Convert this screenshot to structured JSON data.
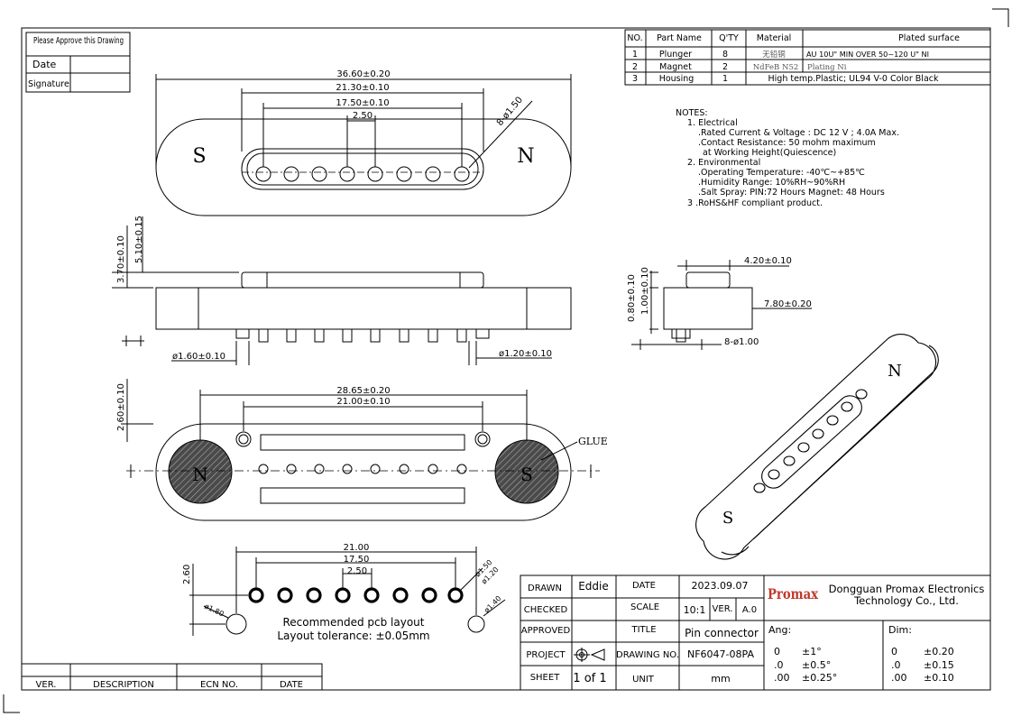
{
  "approval_box": {
    "title": "Please Approve this Drawing",
    "date_label": "Date",
    "signature_label": "Signature"
  },
  "bom": {
    "headers": [
      "NO.",
      "Part Name",
      "Q'TY",
      "Material",
      "Plated surface"
    ],
    "rows": [
      {
        "no": "1",
        "part": "Plunger",
        "qty": "8",
        "material": "无铅铜",
        "plated": "AU 10U\" MIN OVER 50~120 U\" NI"
      },
      {
        "no": "2",
        "part": "Magnet",
        "qty": "2",
        "material": "NdFeB N52",
        "plated": "Plating Ni"
      },
      {
        "no": "3",
        "part": "Housing",
        "qty": "1",
        "material_and_plated": "High temp.Plastic; UL94 V-0 Color Black"
      }
    ]
  },
  "notes": {
    "title": "NOTES:",
    "lines": [
      "1. Electrical",
      ".Rated Current & Voltage : DC 12 V ; 4.0A Max.",
      ".Contact Resistance: 50 mohm maximum",
      "at Working Height(Quiescence)",
      "2. Environmental",
      ".Operating Temperature: -40℃~+85℃",
      ".Humidity Range: 10%RH~90%RH",
      ".Salt Spray: PIN:72 Hours Magnet: 48 Hours",
      "3 .RoHS&HF compliant product."
    ]
  },
  "top_view": {
    "dim_overall": "36.60±0.20",
    "dim_slot": "21.30±0.10",
    "dim_pins": "17.50±0.10",
    "dim_pitch": "2.50",
    "dim_pin_dia": "8-ø1.50",
    "pole_left": "S",
    "pole_right": "N"
  },
  "side_view": {
    "dim_height_total": "5.10±0.15",
    "dim_height_body": "3.70±0.10",
    "dim_plunger_dia": "ø1.60±0.10",
    "dim_tail_dia": "ø1.20±0.10"
  },
  "end_view": {
    "dim_width_top": "4.20±0.10",
    "dim_width_body": "7.80±0.20",
    "dim_h1": "0.80±0.10",
    "dim_h2": "1.00±0.10",
    "dim_tail": "8-ø1.00"
  },
  "bottom_view": {
    "dim_magnets": "28.65±0.20",
    "dim_posts": "21.00±0.10",
    "dim_depth": "2.60±0.10",
    "glue_label": "GLUE",
    "pole_left": "N",
    "pole_right": "S"
  },
  "iso_view": {
    "pole_top": "N",
    "pole_bottom": "S"
  },
  "pcb_layout": {
    "dim_span": "21.00",
    "dim_pins": "17.50",
    "dim_pitch": "2.50",
    "dim_offset": "2.60",
    "dim_pad1": "ø1.50",
    "dim_pad2": "ø1.20",
    "dim_hole_left": "ø1.80",
    "dim_hole_right": "ø1.40",
    "caption_line1": "Recommended pcb layout",
    "caption_line2": "Layout tolerance: ±0.05mm"
  },
  "revision_block": {
    "headers": [
      "VER.",
      "DESCRIPTION",
      "ECN NO.",
      "DATE"
    ]
  },
  "title_block": {
    "drawn_label": "DRAWN",
    "drawn_value": "Eddie",
    "date_label": "DATE",
    "date_value": "2023.09.07",
    "checked_label": "CHECKED",
    "scale_label": "SCALE",
    "scale_value": "10:1",
    "ver_label": "VER.",
    "ver_value": "A.0",
    "approved_label": "APPROVED",
    "title_label": "TITLE",
    "title_value": "Pin connector",
    "project_label": "PROJECT",
    "drawing_no_label": "DRAWING NO.",
    "drawing_no_value": "NF6047-08PA",
    "sheet_label": "SHEET",
    "sheet_value": "1 of 1",
    "unit_label": "UNIT",
    "unit_value": "mm",
    "company_logo": "Promax",
    "company_line1": "Dongguan Promax Electronics",
    "company_line2": "Technology Co., Ltd.",
    "ang_label": "Ang:",
    "ang_rows": [
      [
        "0",
        "±1°"
      ],
      [
        ".0",
        "±0.5°"
      ],
      [
        ".00",
        "±0.25°"
      ]
    ],
    "dim_label": "Dim:",
    "dim_rows": [
      [
        "0",
        "±0.20"
      ],
      [
        ".0",
        "±0.15"
      ],
      [
        ".00",
        "±0.10"
      ]
    ]
  }
}
